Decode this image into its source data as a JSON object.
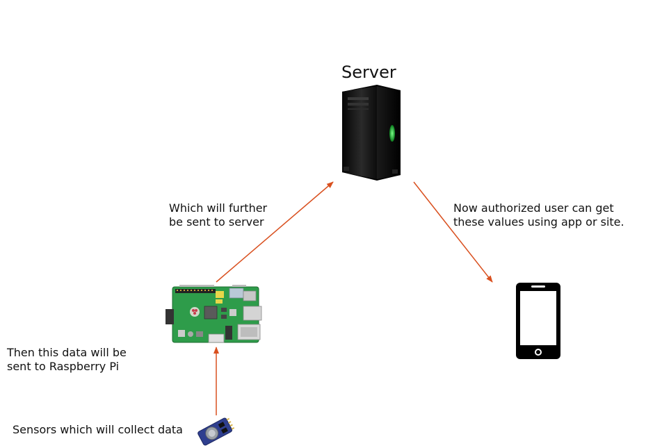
{
  "diagram": {
    "title": "Server",
    "labels": {
      "to_server": "Which will further\nbe sent to server",
      "to_user": "Now authorized user can get\nthese values using app or site.",
      "to_pi": "Then this data will be\nsent to Raspberry Pi",
      "sensors": "Sensors which will collect data"
    },
    "icons": {
      "server": "server-tower-icon",
      "board": "raspberry-pi-board-icon",
      "phone": "smartphone-icon",
      "sensor": "gas-sensor-module-icon"
    },
    "colors": {
      "arrow": "#d9501f",
      "server_led": "#35e04a",
      "board": "#2e9c4a"
    }
  }
}
